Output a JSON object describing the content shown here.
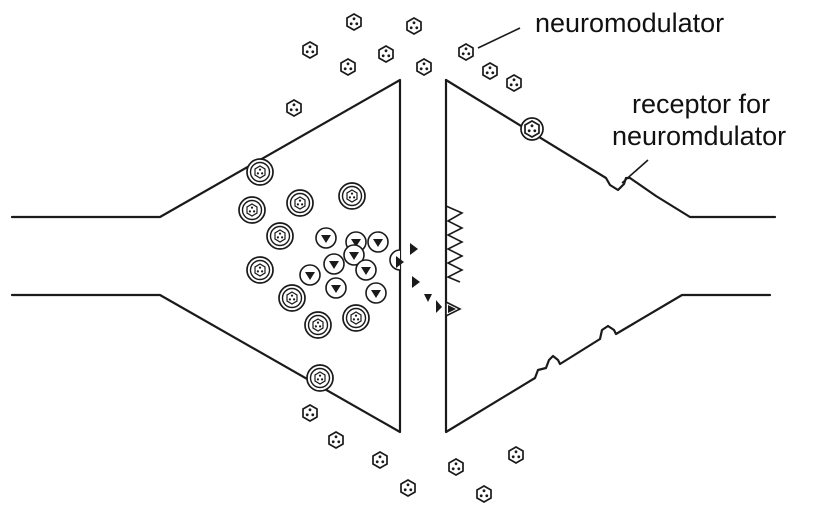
{
  "labels": {
    "neuromodulator": "neuromodulator",
    "receptor_line1": "receptor for",
    "receptor_line2": "neuromdulator"
  },
  "icons": {
    "neuromodulator_molecule": "hexagon-dotted-molecule",
    "vesicle": "double-circle-vesicle",
    "neurotransmitter": "filled-triangle",
    "receptor": "notched-membrane-bump"
  },
  "colors": {
    "line": "#1a1a1a",
    "background": "#ffffff"
  }
}
